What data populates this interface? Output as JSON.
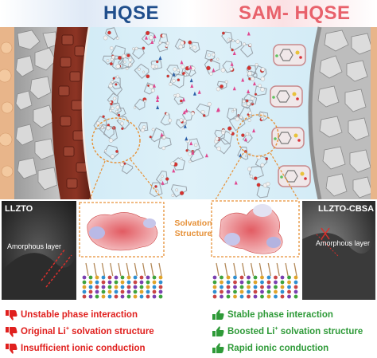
{
  "header": {
    "left_title": "HQSE",
    "right_title": "SAM- HQSE"
  },
  "tem_left": {
    "label": "LLZTO",
    "sublabel": "Amorphous layer"
  },
  "tem_right": {
    "label": "LLZTO-CBSA",
    "sublabel": "Amorphous layer"
  },
  "center_label": "Solvation Structure",
  "left_list": {
    "items": [
      {
        "text": "Unstable phase interaction",
        "sup": ""
      },
      {
        "text": "Original Li",
        "sup": "+",
        "rest": " solvation structure"
      },
      {
        "text": "Insufficient ionic conduction",
        "sup": ""
      }
    ],
    "icon": "thumbs-down-icon"
  },
  "right_list": {
    "items": [
      {
        "text": "Stable phase interaction",
        "sup": ""
      },
      {
        "text": "Boosted Li",
        "sup": "+",
        "rest": " solvation structure"
      },
      {
        "text": "Rapid ionic conduction",
        "sup": ""
      }
    ],
    "icon": "thumbs-up-icon"
  },
  "colors": {
    "left_accent": "#1f4e8c",
    "right_accent": "#e8616b",
    "negative": "#e0201e",
    "positive": "#2e9a38",
    "solvation_label": "#e69138"
  }
}
